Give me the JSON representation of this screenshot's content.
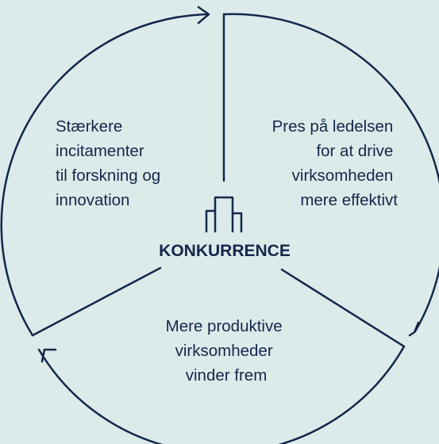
{
  "diagram": {
    "colors": {
      "background": "#ddeaea",
      "ink": "#12284a"
    },
    "center": {
      "label": "KONKURRENCE",
      "icon": "city-buildings-icon"
    },
    "segments": [
      {
        "id": "left",
        "lines": [
          "Stærkere",
          "incitamenter",
          "til forskning og",
          "innovation"
        ]
      },
      {
        "id": "right",
        "lines": [
          "Pres på ledelsen",
          "for at drive",
          "virksomheden",
          "mere effektivt"
        ]
      },
      {
        "id": "bottom",
        "lines": [
          "Mere produktive",
          "virksomheder",
          "vinder frem"
        ]
      }
    ]
  }
}
